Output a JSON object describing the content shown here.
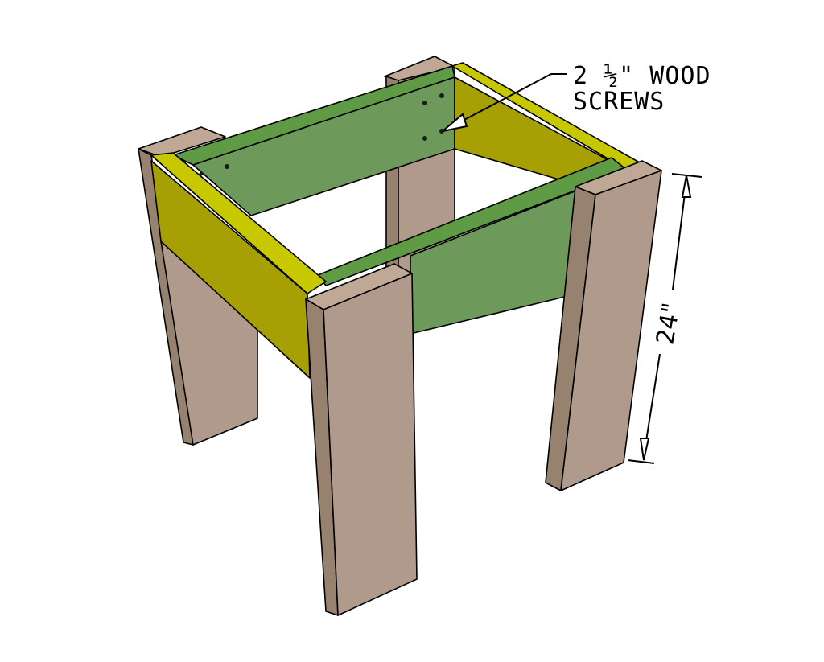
{
  "diagram": {
    "subject": "Side table base frame assembly",
    "annotations": {
      "screws_line1": "2 ½\" WOOD",
      "screws_line2": "SCREWS",
      "height_dimension": "24\""
    },
    "colors": {
      "leg_face": "#b09a8c",
      "leg_side": "#97826f",
      "leg_top": "#c0a897",
      "apron_green_face": "#6d9a5b",
      "apron_green_top": "#5f9a44",
      "apron_yellow_face": "#a6a004",
      "apron_yellow_top": "#c8c800",
      "outline": "#000000",
      "background": "#ffffff"
    }
  }
}
